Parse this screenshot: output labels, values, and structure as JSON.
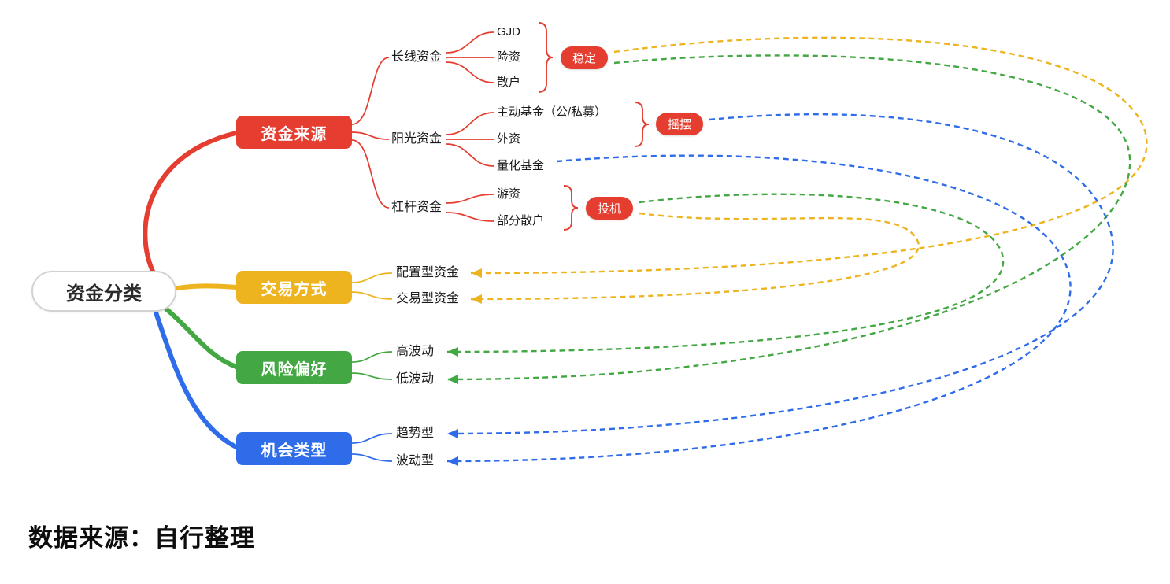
{
  "root": {
    "label": "资金分类"
  },
  "branches": [
    {
      "id": "source",
      "label": "资金来源"
    },
    {
      "id": "trade",
      "label": "交易方式"
    },
    {
      "id": "risk",
      "label": "风险偏好"
    },
    {
      "id": "opportunity",
      "label": "机会类型"
    }
  ],
  "source_children": [
    {
      "label": "长线资金",
      "items": [
        "GJD",
        "险资",
        "散户"
      ],
      "badge": "稳定"
    },
    {
      "label": "阳光资金",
      "items": [
        "主动基金（公/私募）",
        "外资",
        "量化基金"
      ],
      "badge": "摇摆"
    },
    {
      "label": "杠杆资金",
      "items": [
        "游资",
        "部分散户"
      ],
      "badge": "投机"
    }
  ],
  "trade_children": [
    "配置型资金",
    "交易型资金"
  ],
  "risk_children": [
    "高波动",
    "低波动"
  ],
  "opportunity_children": [
    "趋势型",
    "波动型"
  ],
  "links": [
    {
      "from": "稳定",
      "to": "配置型资金",
      "color": "yellow"
    },
    {
      "from": "稳定",
      "to": "低波动",
      "color": "green"
    },
    {
      "from": "投机",
      "to": "交易型资金",
      "color": "yellow"
    },
    {
      "from": "投机",
      "to": "高波动",
      "color": "green"
    },
    {
      "from": "摇摆",
      "to": "趋势型",
      "color": "blue"
    },
    {
      "from": "量化基金",
      "to": "波动型",
      "color": "blue"
    }
  ],
  "caption": "数据来源：自行整理",
  "colors": {
    "red": "#e53d30",
    "yellow": "#edb420",
    "green": "#43a843",
    "blue": "#2e6cea"
  }
}
